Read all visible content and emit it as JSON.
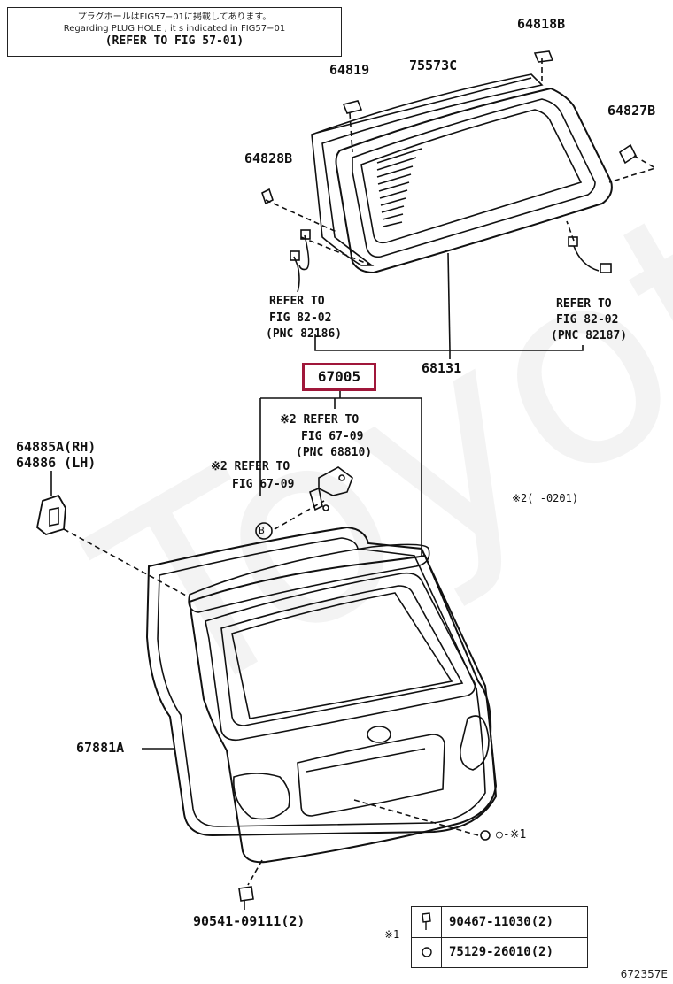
{
  "note": {
    "line1": "プラグホールはFIG57−01に掲載してあります。",
    "line2": "Regarding PLUG HOLE , it s indicated in FIG57−01",
    "line3": "(REFER TO FIG 57-01)"
  },
  "watermark": "ToyotaC",
  "parts": {
    "p64818B": "64818B",
    "p64819": "64819",
    "p75573C": "75573C",
    "p64827B": "64827B",
    "p64828B": "64828B",
    "p68131": "68131",
    "p67005": "67005",
    "p64885A": "64885A(RH)",
    "p64886": "64886  (LH)",
    "p67881A": "67881A",
    "p90541": "90541-09111(2)"
  },
  "refs": {
    "left_l1": "REFER TO",
    "left_l2": "FIG 82-02",
    "left_l3": "(PNC 82186)",
    "right_l1": "REFER TO",
    "right_l2": "FIG 82-02",
    "right_l3": "(PNC 82187)",
    "upper_l1": "※2 REFER TO",
    "upper_l2": "FIG 67-09",
    "upper_l3": "(PNC 68810)",
    "lower_l1": "※2 REFER TO",
    "lower_l2": "FIG 67-09",
    "date_note": "※2(     -0201)",
    "callout_b": "B",
    "mark1": "○-※1"
  },
  "legend": {
    "marker": "※1",
    "row1": "90467-11030(2)",
    "row2": "75129-26010(2)"
  },
  "figure_id": "672357E"
}
